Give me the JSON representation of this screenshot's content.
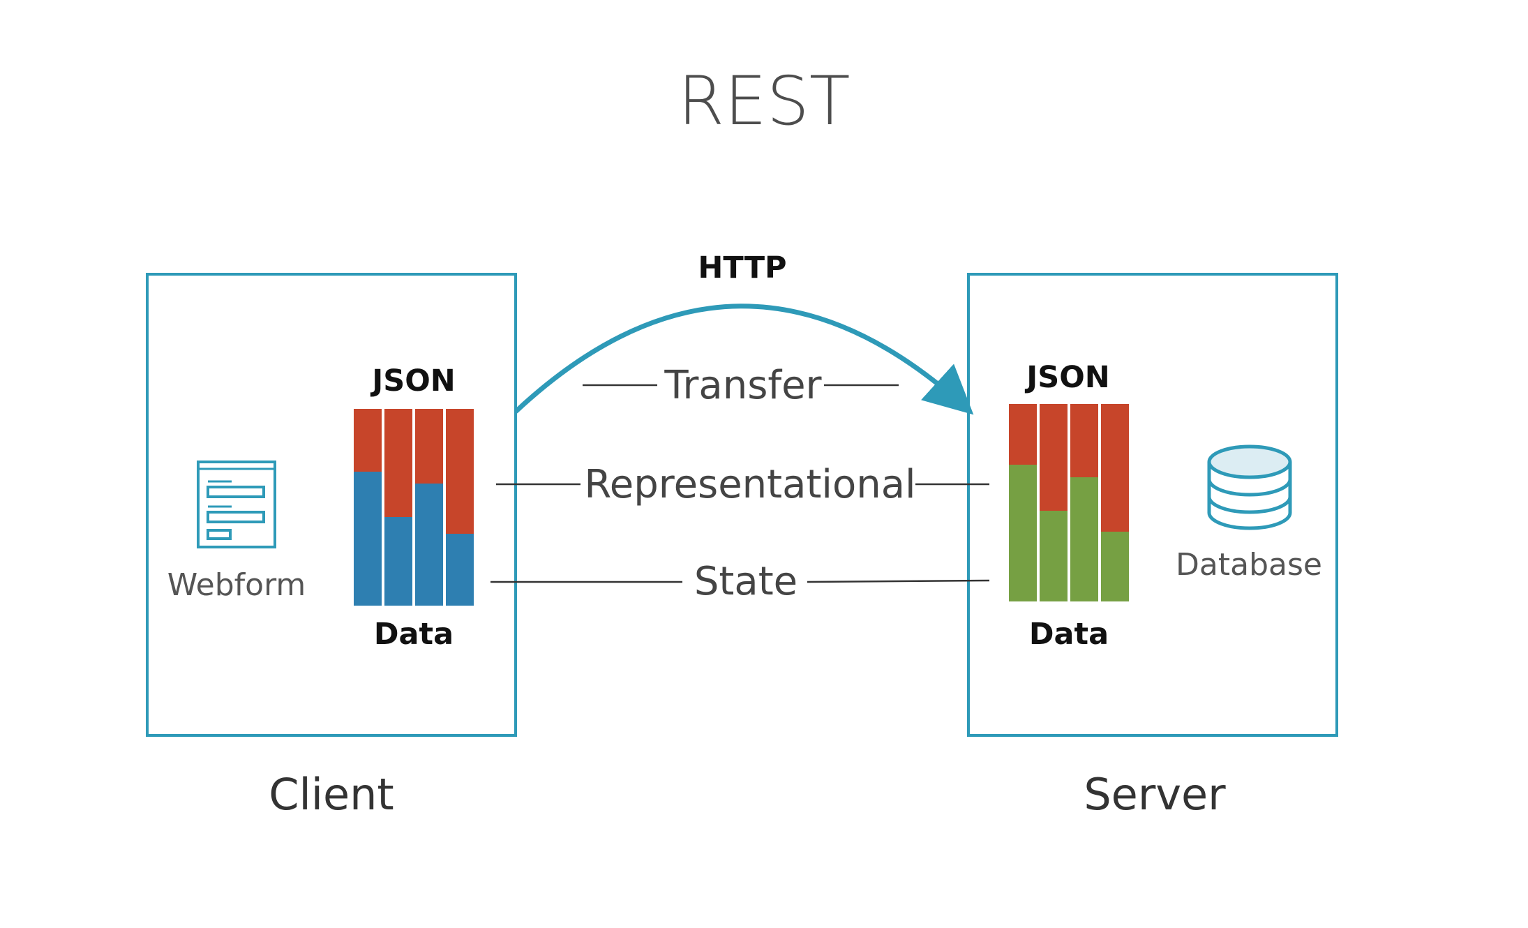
{
  "title": "REST",
  "protocol": "HTTP",
  "acronym_words": [
    "Transfer",
    "Representational",
    "State"
  ],
  "client": {
    "label": "Client",
    "icon_label": "Webform",
    "icon": "webform-icon",
    "data_top_label": "JSON",
    "data_bottom_label": "Data"
  },
  "server": {
    "label": "Server",
    "icon_label": "Database",
    "icon": "database-icon",
    "data_top_label": "JSON",
    "data_bottom_label": "Data"
  },
  "colors": {
    "frame": "#2e9ab8",
    "json_top": "#c7452a",
    "client_data": "#2e7fb1",
    "server_data": "#76a043",
    "line": "#333333"
  }
}
